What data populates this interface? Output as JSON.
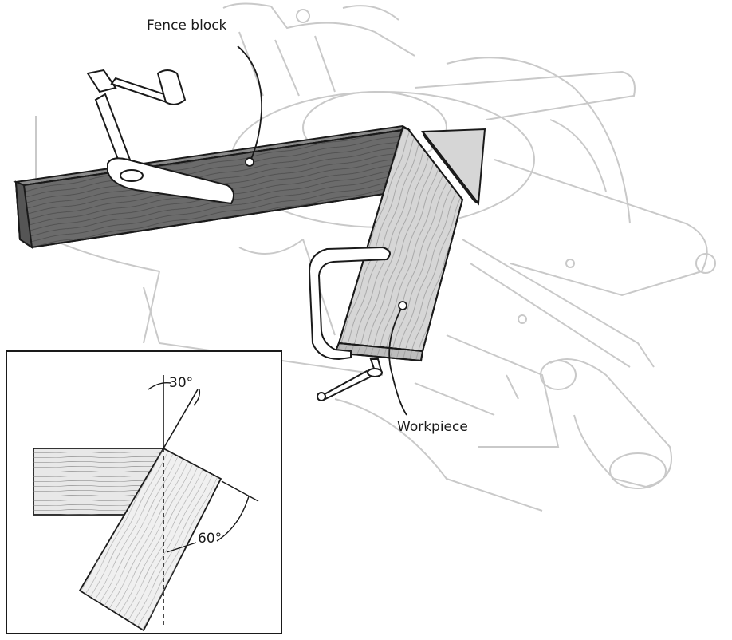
{
  "labels": {
    "fence_block": "Fence block",
    "workpiece": "Workpiece"
  },
  "inset": {
    "angle_top": "30°",
    "angle_side": "60°"
  },
  "colors": {
    "saw_outline": "#c9c9c9",
    "fence_block_fill": "#6b6b6b",
    "workpiece_fill": "#d6d6d6",
    "ink": "#1a1a1a"
  }
}
